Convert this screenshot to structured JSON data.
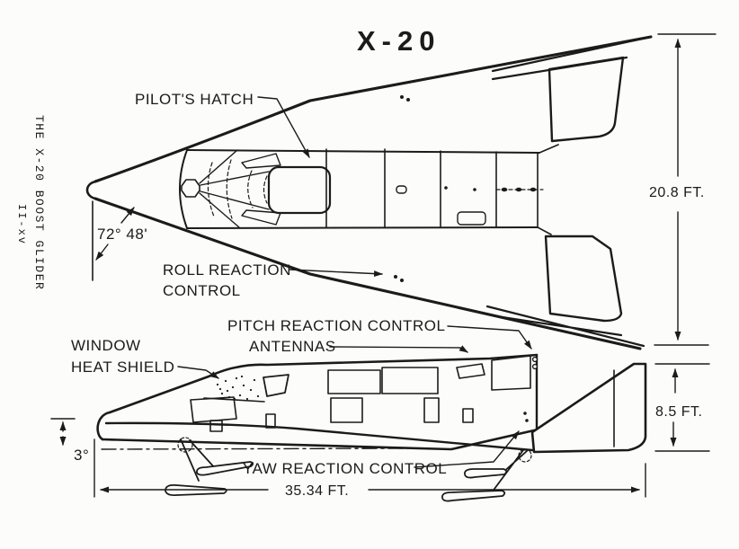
{
  "figure": {
    "title": "X-20",
    "sidebar_text": "THE X-20 BOOST GLIDER",
    "page_number": "II-xv"
  },
  "annotations": {
    "pilots_hatch": "PILOT'S HATCH",
    "roll_reaction_line1": "ROLL REACTION",
    "roll_reaction_line2": "CONTROL",
    "pitch_reaction": "PITCH REACTION CONTROL",
    "antennas": "ANTENNAS",
    "window_heat_shield_line1": "WINDOW",
    "window_heat_shield_line2": "HEAT SHIELD",
    "yaw_reaction": "YAW REACTION CONTROL"
  },
  "dimensions": {
    "wing_span": "20.8 FT.",
    "fin_height": "8.5 FT.",
    "overall_length": "35.34 FT.",
    "leading_edge_sweep": "72° 48'",
    "ground_attitude_angle": "3°"
  },
  "colors": {
    "ink": "#1b1b1b",
    "paper": "#fcfcfa"
  }
}
